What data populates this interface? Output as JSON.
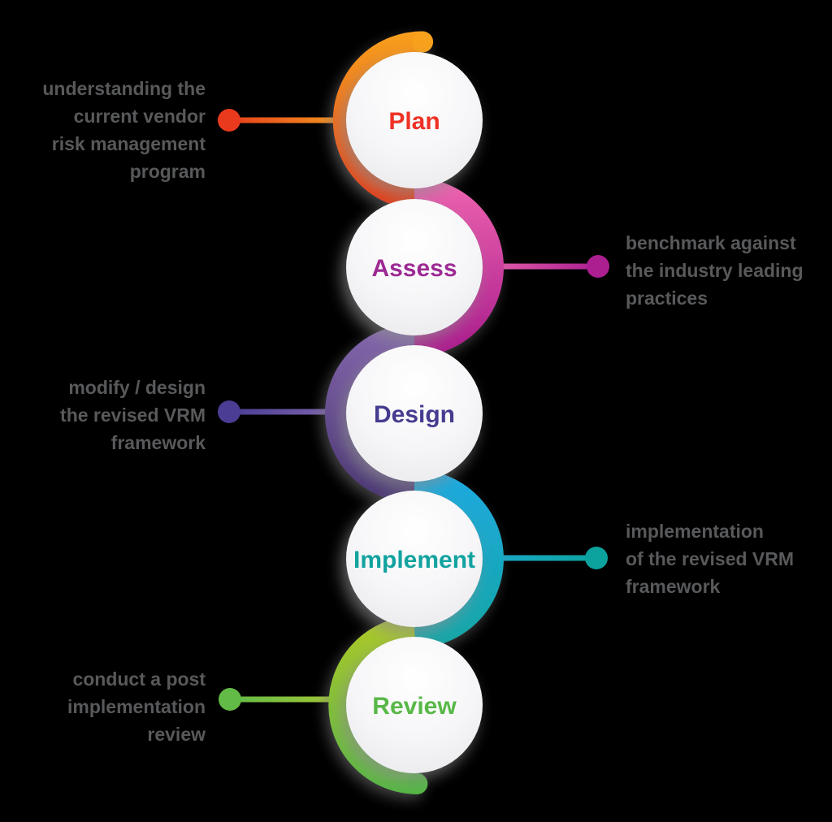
{
  "diagram": {
    "background": "#000000",
    "description_text_color": "#58595B",
    "steps": [
      {
        "label": "Plan",
        "side": "left",
        "description_lines": [
          "understanding the",
          "current vendor",
          "risk management",
          "program"
        ],
        "colors": {
          "arc_top": "#F7A11E",
          "arc_bottom": "#E43717",
          "label": "#EE3124",
          "dot": "#E93A1E",
          "line_inner": "#F2951F",
          "line_outer": "#E8401C"
        }
      },
      {
        "label": "Assess",
        "side": "right",
        "description_lines": [
          "benchmark against",
          "the industry leading",
          "practices"
        ],
        "colors": {
          "arc_top": "#EF64B0",
          "arc_bottom": "#A81C8C",
          "label": "#9C2A93",
          "dot": "#AC1F90",
          "line_inner": "#E35FAB",
          "line_outer": "#AC1F90"
        }
      },
      {
        "label": "Design",
        "side": "left",
        "description_lines": [
          "modify / design",
          "the revised VRM",
          "framework"
        ],
        "colors": {
          "arc_top": "#8568AE",
          "arc_bottom": "#46336F",
          "label": "#453C90",
          "dot": "#4A3D93",
          "line_inner": "#7E64AC",
          "line_outer": "#4A3D93"
        }
      },
      {
        "label": "Implement",
        "side": "right",
        "description_lines": [
          "implementation",
          "of the revised VRM",
          "framework"
        ],
        "colors": {
          "arc_top": "#1FA9E1",
          "arc_bottom": "#13A6A4",
          "label": "#12A3A0",
          "dot": "#0CA29E",
          "line_inner": "#1BA8CB",
          "line_outer": "#0CA29E"
        }
      },
      {
        "label": "Review",
        "side": "left",
        "description_lines": [
          "conduct a post",
          "implementation",
          "review"
        ],
        "colors": {
          "arc_top": "#AFC928",
          "arc_bottom": "#55B545",
          "label": "#58B847",
          "dot": "#62BB46",
          "line_inner": "#A5C735",
          "line_outer": "#62BB46"
        }
      }
    ]
  }
}
